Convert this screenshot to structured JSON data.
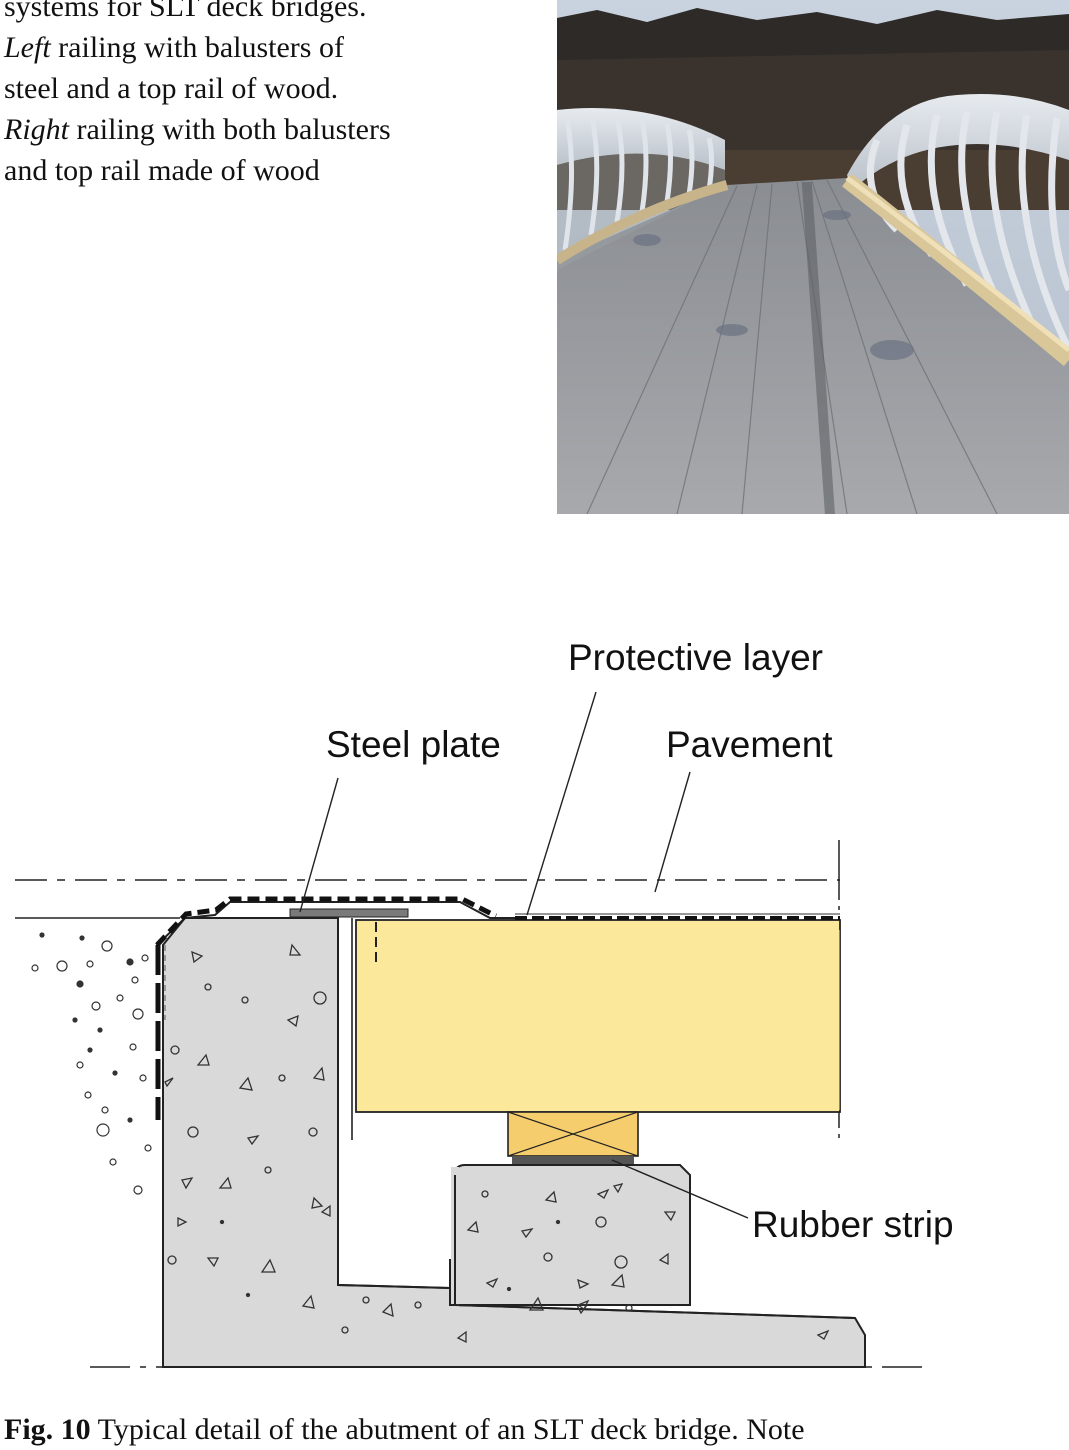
{
  "figure_top": {
    "caption_line1": "systems for SLT deck bridges.",
    "caption_line2_italic": "Left",
    "caption_line2_rest": " railing with balusters of",
    "caption_line3": "steel and a top rail of wood.",
    "caption_line4_italic": "Right",
    "caption_line4_rest": " railing with both balusters",
    "caption_line5": "and top rail made of wood"
  },
  "diagram": {
    "labels": {
      "protective_layer": "Protective layer",
      "steel_plate": "Steel plate",
      "pavement": "Pavement",
      "rubber_strip": "Rubber strip"
    },
    "colors": {
      "concrete": "#d9d9d9",
      "timber": "#fbe89b",
      "bearing": "#f6cd6d",
      "rubber": "#555555"
    }
  },
  "figure_bottom": {
    "fig_label": "Fig. 10",
    "caption_text": " Typical detail of the abutment of an SLT deck bridge. Note"
  }
}
